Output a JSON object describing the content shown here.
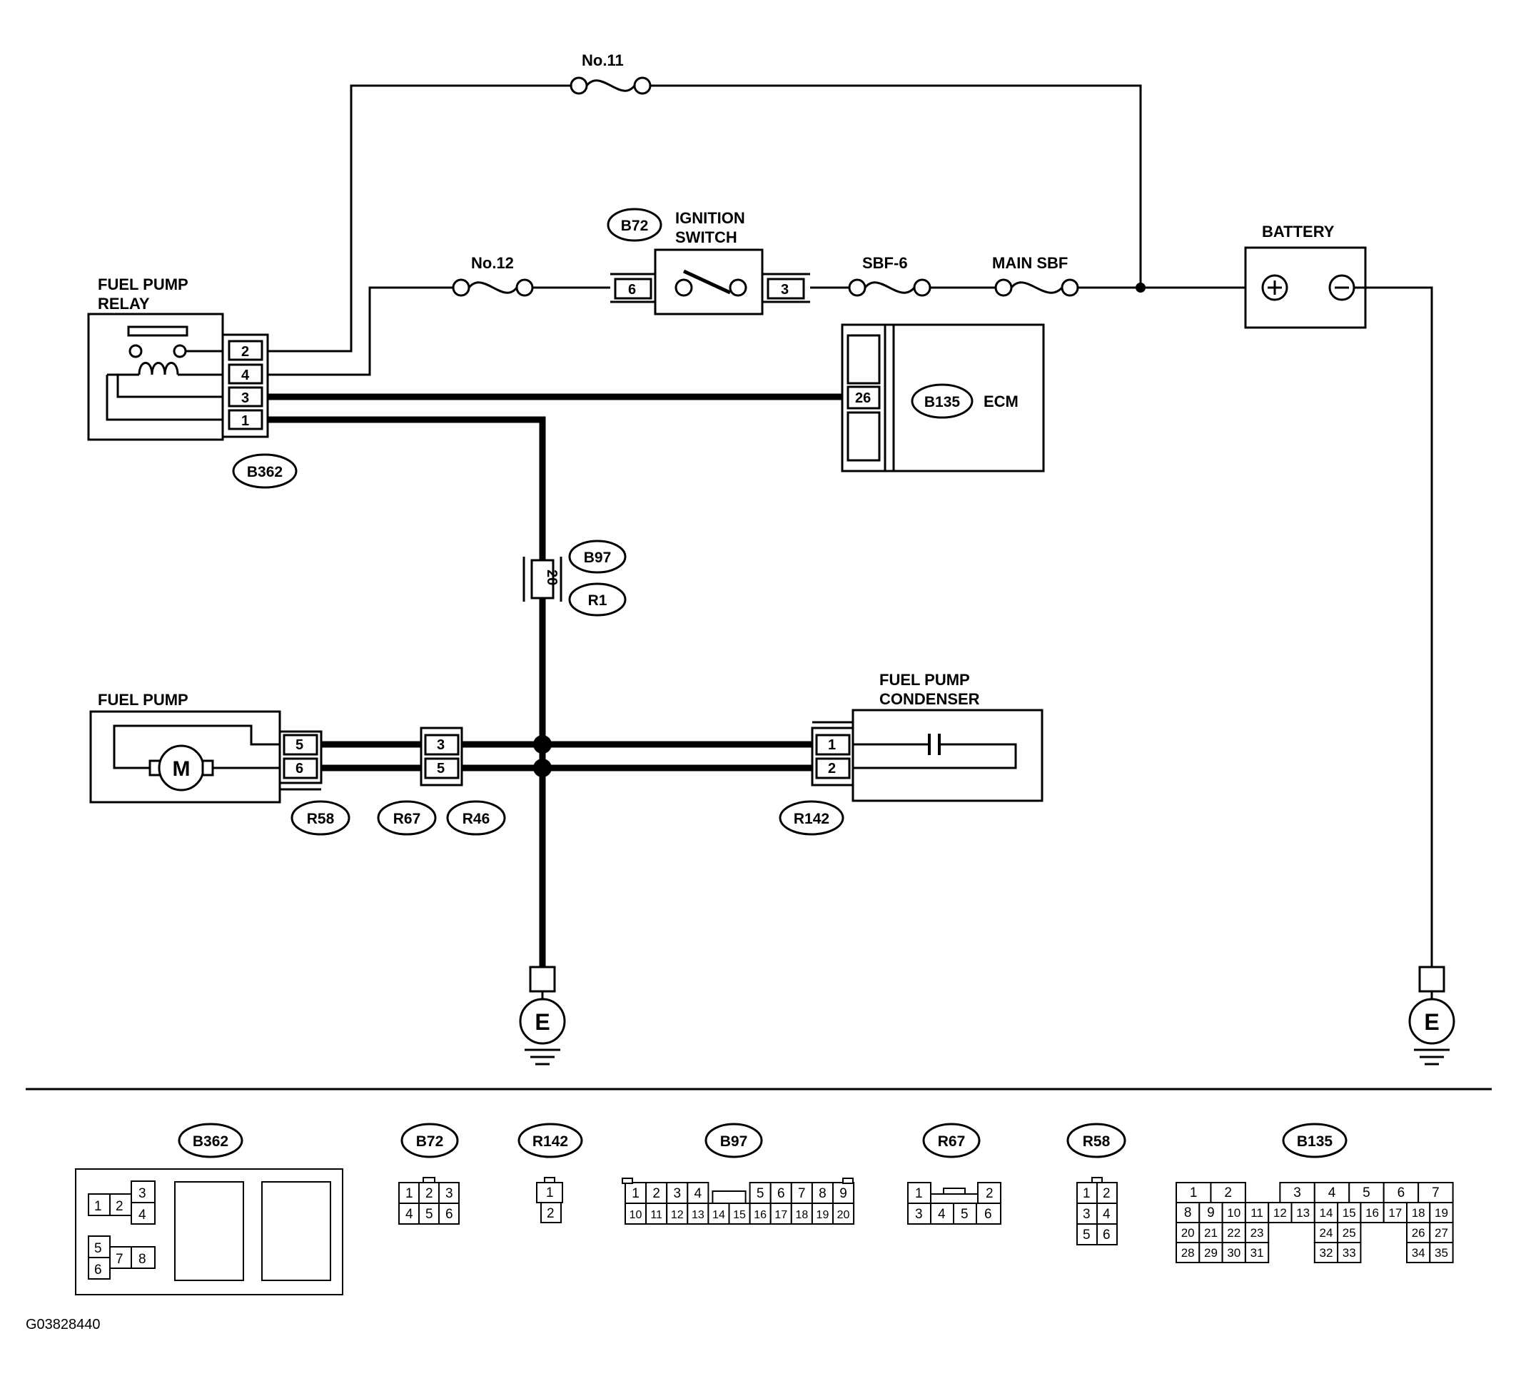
{
  "labels": {
    "fuse_no11": "No.11",
    "fuse_no12": "No.12",
    "ignition_switch_1": "IGNITION",
    "ignition_switch_2": "SWITCH",
    "sbf6": "SBF-6",
    "main_sbf": "MAIN SBF",
    "battery": "BATTERY",
    "fuel_pump_relay_1": "FUEL PUMP",
    "fuel_pump_relay_2": "RELAY",
    "ecm": "ECM",
    "fuel_pump": "FUEL PUMP",
    "condenser_1": "FUEL PUMP",
    "condenser_2": "CONDENSER",
    "motor": "M",
    "ground": "E",
    "plus": "+",
    "minus": "−"
  },
  "connectors": {
    "B72": "B72",
    "B362": "B362",
    "B135": "B135",
    "B97": "B97",
    "R1": "R1",
    "R58": "R58",
    "R67": "R67",
    "R46": "R46",
    "R142": "R142"
  },
  "pins": {
    "relay": [
      "2",
      "4",
      "3",
      "1"
    ],
    "ign_in": "6",
    "ign_out": "3",
    "ecm": "26",
    "b97": "20",
    "r58": [
      "5",
      "6"
    ],
    "r67": [
      "3",
      "5"
    ],
    "r142": [
      "1",
      "2"
    ]
  },
  "legend": {
    "B362": {
      "left": [
        "1",
        "2"
      ],
      "stack_top": [
        "3",
        "4"
      ],
      "lower": [
        "5",
        "6"
      ],
      "lower_right": [
        "7",
        "8"
      ]
    },
    "B72": {
      "row1": [
        "1",
        "2",
        "3"
      ],
      "row2": [
        "4",
        "5",
        "6"
      ]
    },
    "R142": {
      "pins": [
        "1",
        "2"
      ]
    },
    "B97": {
      "row1a": [
        "1",
        "2",
        "3",
        "4"
      ],
      "row1b": [
        "5",
        "6",
        "7",
        "8",
        "9"
      ],
      "row2": [
        "10",
        "11",
        "12",
        "13",
        "14",
        "15",
        "16",
        "17",
        "18",
        "19",
        "20"
      ]
    },
    "R67": {
      "row1": [
        "1",
        "2"
      ],
      "row2": [
        "3",
        "4",
        "5",
        "6"
      ]
    },
    "R58": {
      "rows": [
        [
          "1",
          "2"
        ],
        [
          "3",
          "4"
        ],
        [
          "5",
          "6"
        ]
      ]
    },
    "B135": {
      "row1": [
        "1",
        "2",
        "",
        "3",
        "4",
        "5",
        "6",
        "7"
      ],
      "row2": [
        "8",
        "9",
        "10",
        "11",
        "12",
        "13",
        "14",
        "15",
        "16",
        "17",
        "18",
        "19"
      ],
      "row3": [
        "20",
        "21",
        "22",
        "23",
        "24",
        "25",
        "26",
        "27"
      ],
      "row4": [
        "28",
        "29",
        "30",
        "31",
        "32",
        "33",
        "34",
        "35"
      ]
    }
  },
  "figure_code": "G03828440"
}
